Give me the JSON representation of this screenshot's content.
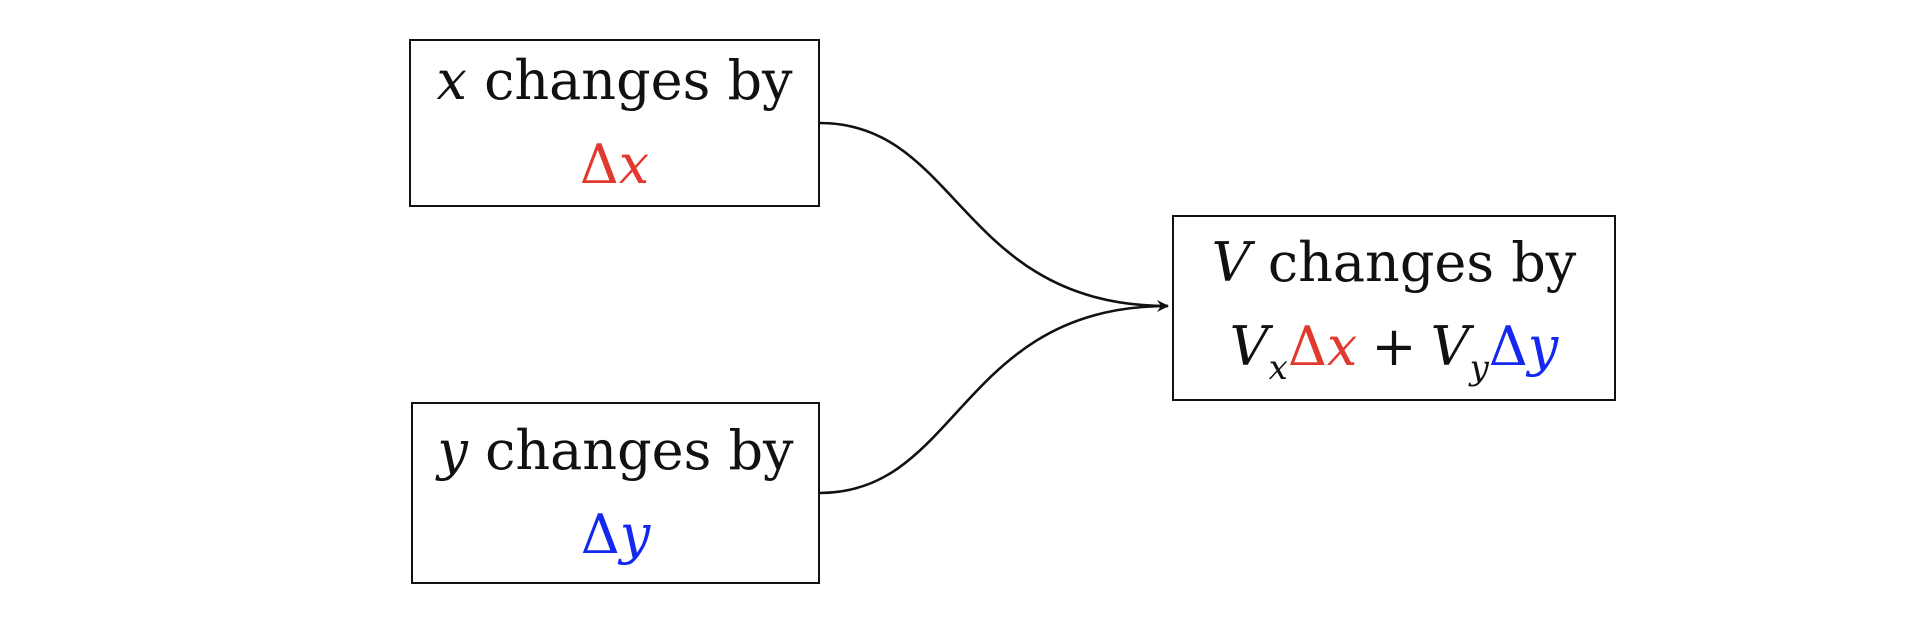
{
  "colors": {
    "ink": "#111111",
    "red": "#e03a2f",
    "blue": "#1428f0"
  },
  "nodes": {
    "x": {
      "var": "x",
      "text": "changes by",
      "delta": "Δ",
      "delta_var": "x"
    },
    "y": {
      "var": "y",
      "text": "changes by",
      "delta": "Δ",
      "delta_var": "y"
    },
    "v": {
      "var": "V",
      "text": "changes by",
      "formula": {
        "v1": "V",
        "sub1": "x",
        "delta1": "Δ",
        "dvar1": "x",
        "plus": "+",
        "v2": "V",
        "sub2": "y",
        "delta2": "Δ",
        "dvar2": "y"
      }
    }
  },
  "edges": [
    {
      "from": "x",
      "to": "v"
    },
    {
      "from": "y",
      "to": "v"
    }
  ]
}
